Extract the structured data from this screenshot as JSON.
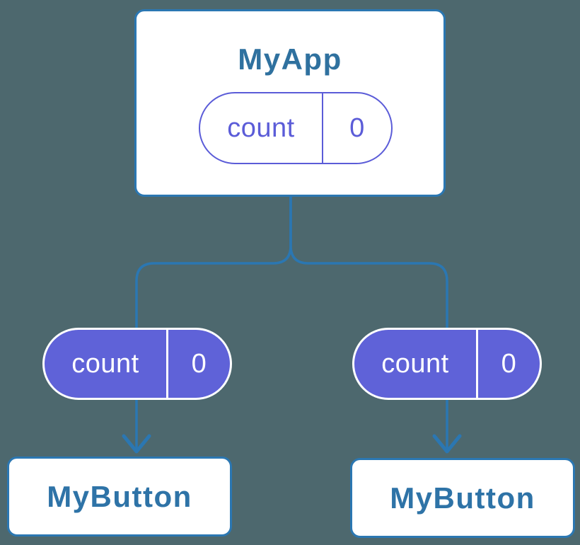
{
  "colors": {
    "background": "#4D686E",
    "line": "#2B77B2",
    "node_border": "#2B77B2",
    "node_bg": "#FFFFFF",
    "parent_title": "#2F719F",
    "button_title": "#2E73A7",
    "pill_purple": "#5F62D8",
    "pill_indigo": "#5B5CD8",
    "pill_text": "#FFFFFF"
  },
  "diagram": {
    "parent": {
      "title": "MyApp",
      "state": {
        "name": "count",
        "value": "0"
      }
    },
    "children": [
      {
        "title": "MyButton",
        "prop": {
          "name": "count",
          "value": "0"
        }
      },
      {
        "title": "MyButton",
        "prop": {
          "name": "count",
          "value": "0"
        }
      }
    ]
  }
}
